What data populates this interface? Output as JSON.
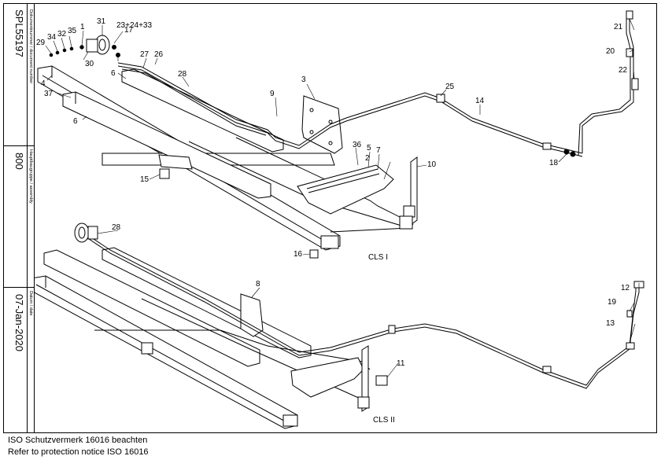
{
  "title_block": {
    "document_number": "SPL55197",
    "document_number_caption": "Dokumentnummer / document number",
    "assembly": "800",
    "assembly_caption": "Hauptbaugruppe / assembly",
    "date": "07-Jan-2020",
    "date_caption": "Datum / date"
  },
  "sections": {
    "cls1": "CLS I",
    "cls2": "CLS II"
  },
  "callouts": {
    "c1": "1",
    "c2": "2",
    "c3": "3",
    "c4": "4",
    "c5": "5",
    "c6": "6",
    "c7": "7",
    "c8": "8",
    "c9": "9",
    "c10": "10",
    "c11": "11",
    "c12": "12",
    "c13": "13",
    "c14": "14",
    "c15": "15",
    "c16": "16",
    "c17": "17",
    "c18": "18",
    "c19": "19",
    "c20": "20",
    "c21": "21",
    "c22": "22",
    "c23": "23+24+33",
    "c25": "25",
    "c26": "26",
    "c27": "27",
    "c28": "28",
    "c29": "29",
    "c30": "30",
    "c31": "31",
    "c32": "32",
    "c34": "34",
    "c35": "35",
    "c36": "36",
    "c37": "37"
  },
  "notice": {
    "line1": "ISO Schutzvermerk 16016 beachten",
    "line2": "Refer to protection notice ISO 16016"
  }
}
